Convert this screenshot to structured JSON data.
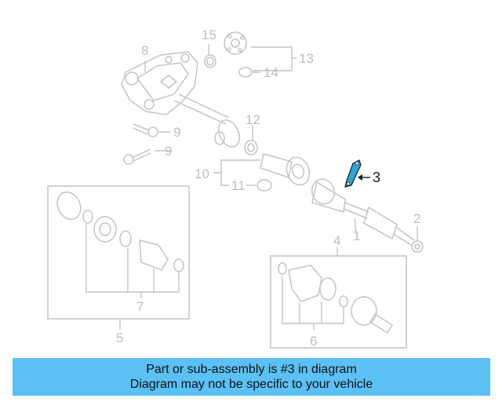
{
  "callouts": {
    "c1": "1",
    "c2": "2",
    "c3": "3",
    "c4": "4",
    "c5": "5",
    "c6": "6",
    "c7": "7",
    "c8": "8",
    "c9a": "9",
    "c9b": "9",
    "c10": "10",
    "c11": "11",
    "c12": "12",
    "c13": "13",
    "c14": "14",
    "c15": "15"
  },
  "colors": {
    "banner": "#5bc0f4",
    "highlight_part": "#2aa7d4",
    "line_art": "#c4c4c4"
  },
  "banner": {
    "line1": "Part or sub-assembly is #3 in diagram",
    "line2": "Diagram may not be specific to your vehicle"
  }
}
